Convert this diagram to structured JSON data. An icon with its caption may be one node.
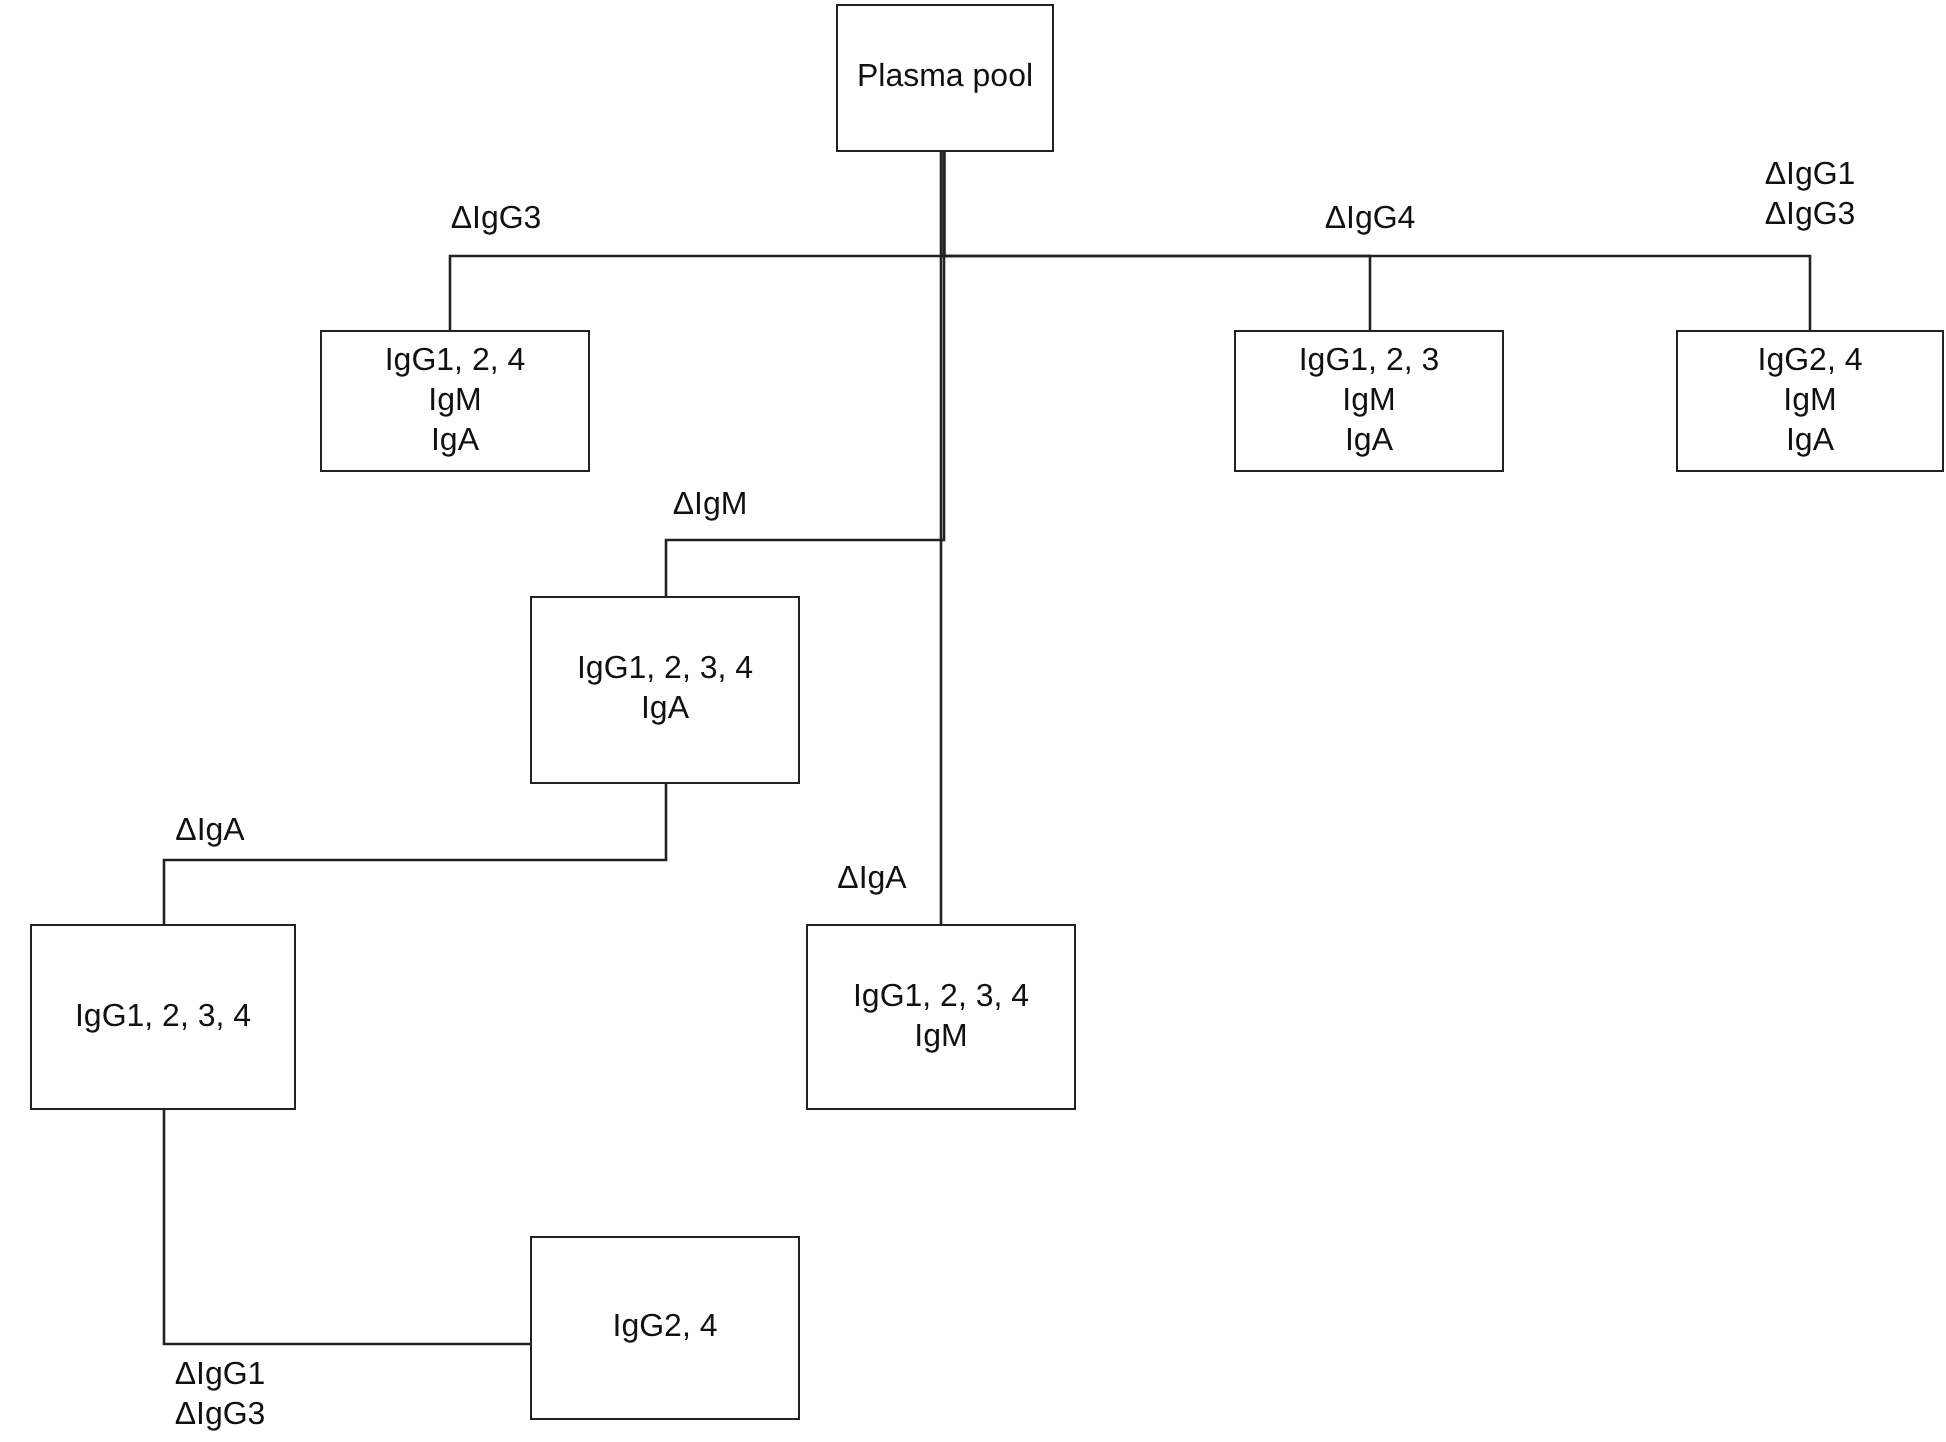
{
  "diagram": {
    "nodes": [
      {
        "text": [
          "Plasma pool"
        ]
      },
      {
        "text": [
          "IgG1, 2, 4",
          "IgM",
          "IgA"
        ]
      },
      {
        "text": [
          "IgG1, 2, 3",
          "IgM",
          "IgA"
        ]
      },
      {
        "text": [
          "IgG2, 4",
          "IgM",
          "IgA"
        ]
      },
      {
        "text": [
          "IgG1, 2, 3, 4",
          "IgA"
        ]
      },
      {
        "text": [
          "IgG1, 2, 3, 4"
        ]
      },
      {
        "text": [
          "IgG1, 2, 3, 4",
          "IgM"
        ]
      },
      {
        "text": [
          "IgG2, 4"
        ]
      }
    ],
    "edges": [
      {
        "from": 0,
        "to": 1,
        "arrow": "none",
        "label": "ΔIgG3"
      },
      {
        "from": 0,
        "to": 2,
        "arrow": "none",
        "label": "ΔIgG4"
      },
      {
        "from": 0,
        "to": 3,
        "arrow": "none",
        "label": "ΔIgG1 ΔIgG3"
      },
      {
        "from": 0,
        "to": 4,
        "arrow": "none",
        "label": "ΔIgM"
      },
      {
        "from": 0,
        "to": 6,
        "arrow": "none",
        "label": "ΔIgA"
      },
      {
        "from": 4,
        "to": 5,
        "arrow": "none",
        "label": "ΔIgA"
      },
      {
        "from": 5,
        "to": 7,
        "arrow": "none",
        "label": "ΔIgG1 ΔIgG3"
      }
    ]
  }
}
